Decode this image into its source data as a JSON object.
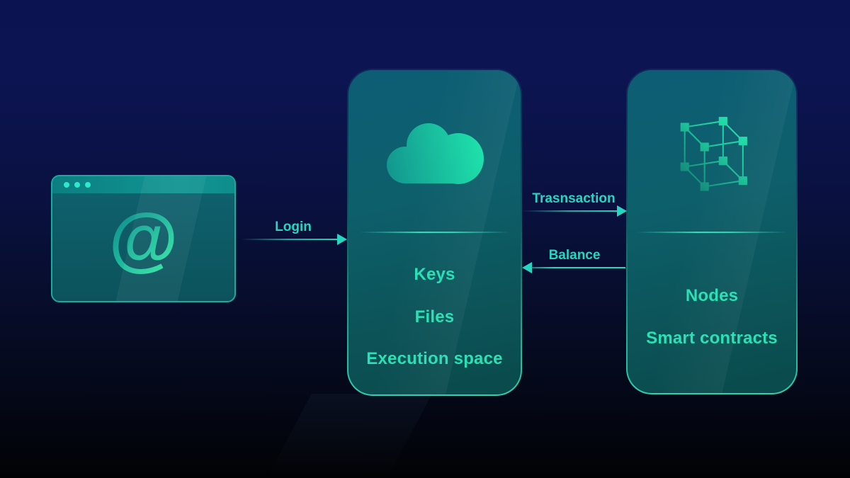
{
  "colors": {
    "background_top": "#0b1350",
    "background_bottom": "#020409",
    "accent": "#27d6c0",
    "panel_text": "#2ae0b4",
    "panel_border": "#2ed0ae",
    "icon_gradient_start": "#13968f",
    "icon_gradient_end": "#1fe5ad"
  },
  "browser_window": {
    "at_symbol": "@"
  },
  "arrows": {
    "login": {
      "label": "Login",
      "direction": "right"
    },
    "transaction": {
      "label": "Trasnsaction",
      "direction": "right"
    },
    "balance": {
      "label": "Balance",
      "direction": "left"
    }
  },
  "panels": {
    "cloud": {
      "icon": "cloud-icon",
      "items": [
        "Keys",
        "Files",
        "Execution space"
      ]
    },
    "nodes": {
      "icon": "cube-icon",
      "items": [
        "Nodes",
        "Smart contracts"
      ]
    }
  }
}
